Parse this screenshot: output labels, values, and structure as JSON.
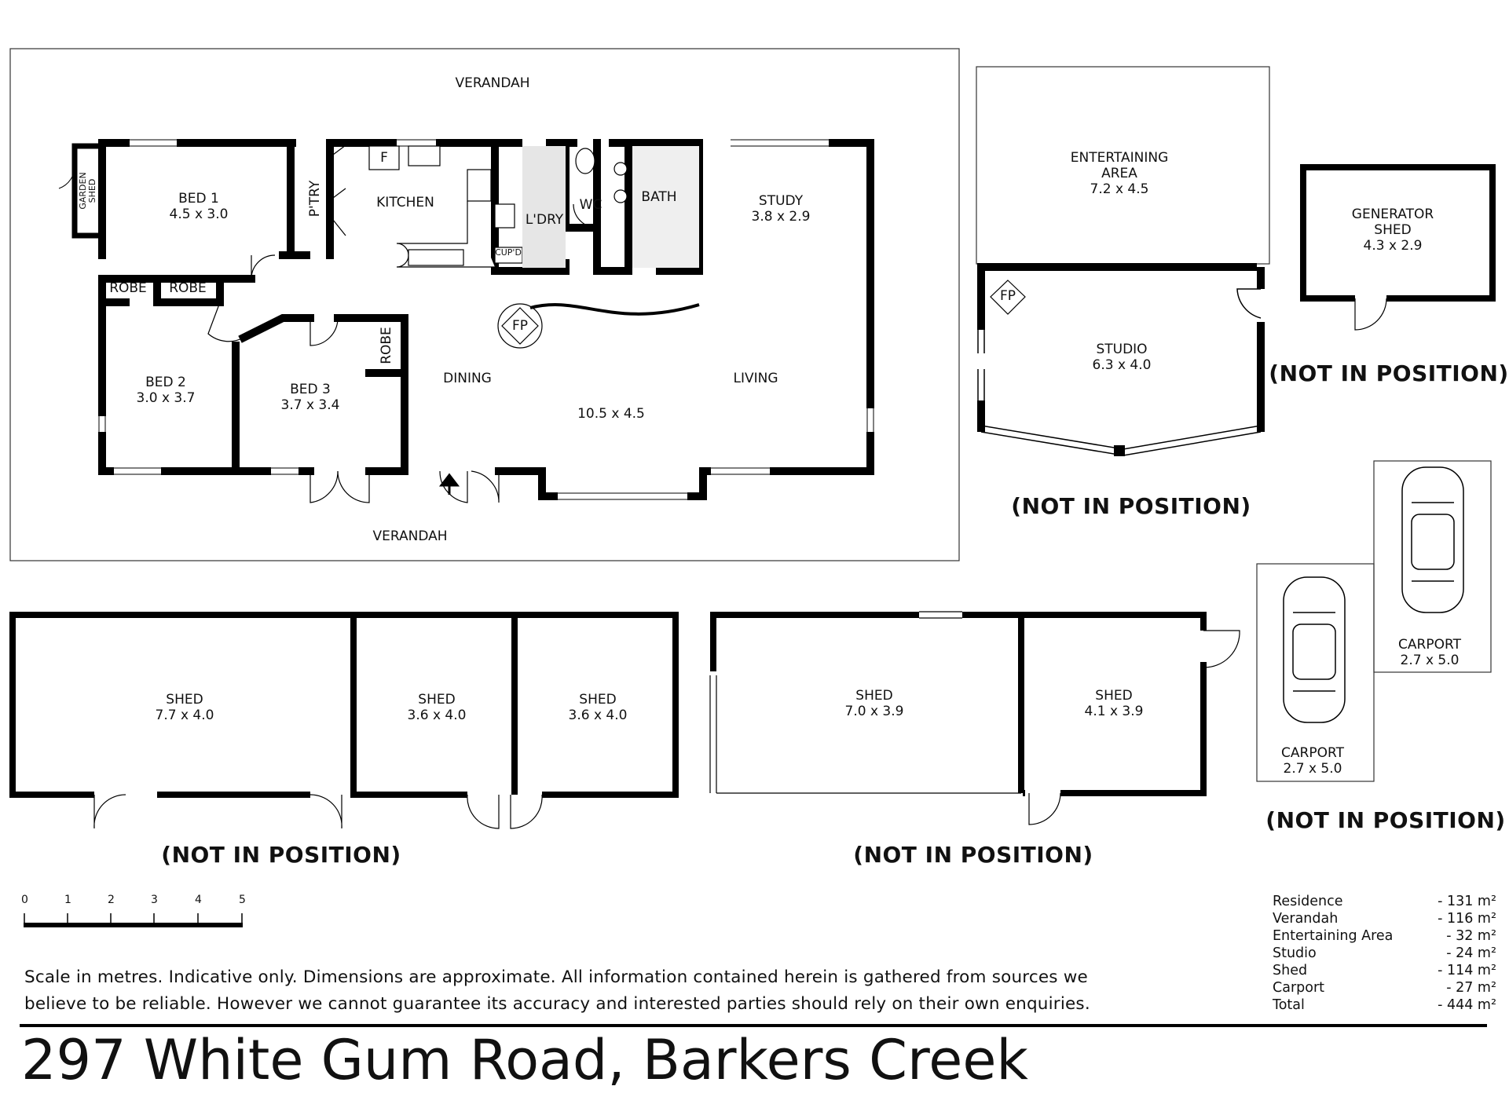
{
  "residence": {
    "verandah_top": "VERANDAH",
    "verandah_bottom": "VERANDAH",
    "garden_shed": [
      "GARDEN",
      "SHED"
    ],
    "bed1": {
      "name": "BED 1",
      "dims": "4.5 x 3.0"
    },
    "bed2": {
      "name": "BED 2",
      "dims": "3.0 x 3.7"
    },
    "bed3": {
      "name": "BED 3",
      "dims": "3.7 x 3.4"
    },
    "robe": "ROBE",
    "pantry": "P'TRY",
    "kitchen": "KITCHEN",
    "fridge": "F",
    "laundry": "L'DRY",
    "cupboard": "CUP'D",
    "wc": "WC",
    "bath": "BATH",
    "study": {
      "name": "STUDY",
      "dims": "3.8 x 2.9"
    },
    "dining": "DINING",
    "living": "LIVING",
    "living_dims": "10.5 x 4.5",
    "fireplace": "FP"
  },
  "entertaining": {
    "name": "ENTERTAINING",
    "name2": "AREA",
    "dims": "7.2 x 4.5"
  },
  "studio": {
    "name": "STUDIO",
    "dims": "6.3 x 4.0",
    "fireplace": "FP"
  },
  "generator_shed": {
    "name": "GENERATOR",
    "name2": "SHED",
    "dims": "4.3 x 2.9"
  },
  "sheds_left": [
    {
      "name": "SHED",
      "dims": "7.7 x 4.0"
    },
    {
      "name": "SHED",
      "dims": "3.6 x 4.0"
    },
    {
      "name": "SHED",
      "dims": "3.6 x 4.0"
    }
  ],
  "sheds_right": [
    {
      "name": "SHED",
      "dims": "7.0 x 3.9"
    },
    {
      "name": "SHED",
      "dims": "4.1 x 3.9"
    }
  ],
  "carports": [
    {
      "name": "CARPORT",
      "dims": "2.7 x 5.0"
    },
    {
      "name": "CARPORT",
      "dims": "2.7 x 5.0"
    }
  ],
  "not_in_position": "(NOT IN POSITION)",
  "scale": {
    "ticks": [
      "0",
      "1",
      "2",
      "3",
      "4",
      "5"
    ]
  },
  "areas": [
    {
      "name": "Residence",
      "value": "- 131 m²"
    },
    {
      "name": "Verandah",
      "value": "- 116 m²"
    },
    {
      "name": "Entertaining Area",
      "value": "- 32 m²"
    },
    {
      "name": "Studio",
      "value": "- 24 m²"
    },
    {
      "name": "Shed",
      "value": "- 114 m²"
    },
    {
      "name": "Carport",
      "value": "- 27 m²"
    },
    {
      "name": "Total",
      "value": "- 444 m²"
    }
  ],
  "disclaimer_line1": "Scale in metres. Indicative only. Dimensions are approximate.  All information contained herein is gathered from sources we",
  "disclaimer_line2": "believe to be reliable. However we cannot guarantee its accuracy and interested parties should rely on their own enquiries.",
  "address": "297 White Gum Road, Barkers Creek"
}
